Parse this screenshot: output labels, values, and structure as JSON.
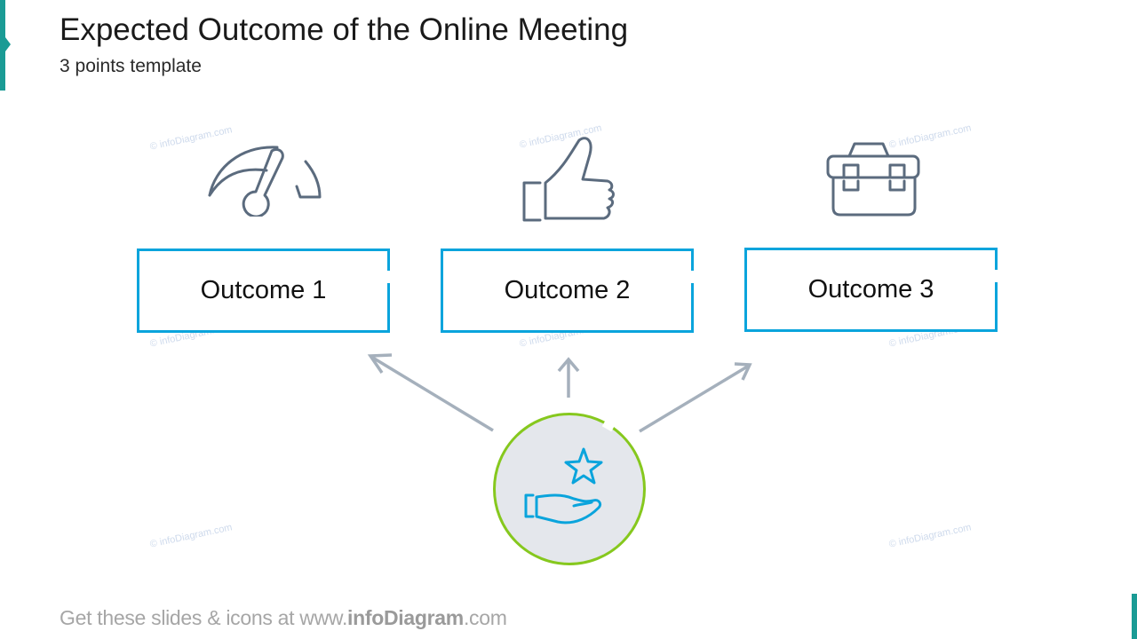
{
  "slide": {
    "title": "Expected Outcome of the Online Meeting",
    "subtitle": "3 points template"
  },
  "outcomes": [
    {
      "label": "Outcome 1",
      "icon": "speedometer-icon"
    },
    {
      "label": "Outcome 2",
      "icon": "thumbs-up-icon"
    },
    {
      "label": "Outcome 3",
      "icon": "toolbox-icon"
    }
  ],
  "center": {
    "icon": "hand-with-star-icon"
  },
  "watermark": "© infoDiagram.com",
  "footer": {
    "prefix": "Get these slides & icons at www.",
    "brand": "infoDiagram",
    "suffix": ".com"
  },
  "colors": {
    "accent_teal": "#1a9b95",
    "box_border": "#0aa4dc",
    "circle_border": "#86c81e",
    "circle_fill": "#e4e7ec",
    "icon_gray": "#5b6b7e",
    "arrow_gray": "#a5b0bc",
    "center_icon_blue": "#0aa4dc"
  }
}
